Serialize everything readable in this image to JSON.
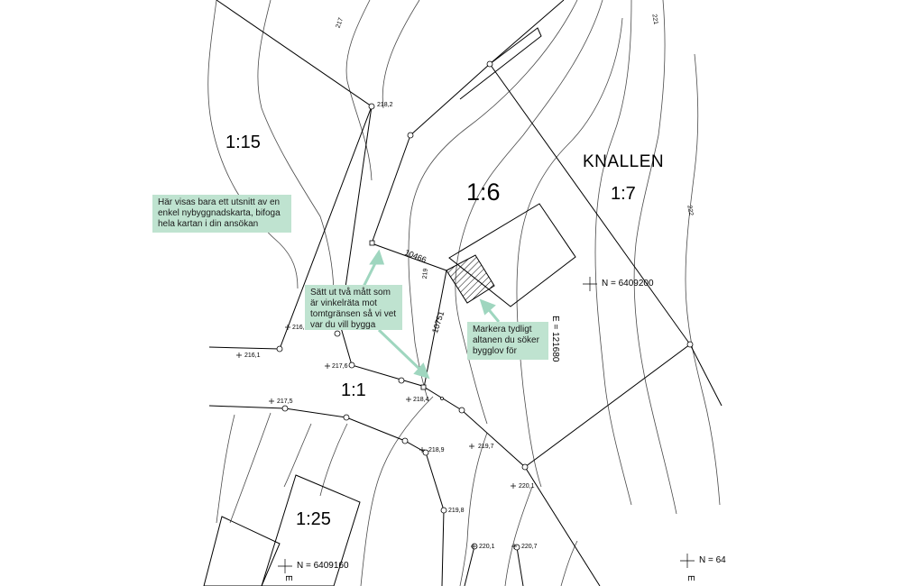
{
  "scale_labels": {
    "s1_15": "1:15",
    "s1_6": "1:6",
    "s1_7": "1:7",
    "s1_1": "1:1",
    "s1_25": "1:25"
  },
  "block_name": "KNALLEN",
  "coordinates": {
    "n1": "N = 6409200",
    "e1": "E = 121680",
    "n2": "N = 6409160",
    "n3": "N = 64",
    "e_cut": "E"
  },
  "dimensions": {
    "d1": "10466",
    "d2": "10751"
  },
  "contour_labels": {
    "c217": "217",
    "c219": "219",
    "c221": "221",
    "c222": "222"
  },
  "elevations": {
    "e218_2": "218,2",
    "e216_8": "216,8",
    "e216_1": "216,1",
    "e217_6": "217,6",
    "e218_4": "218,4",
    "e217_5": "217,5",
    "e218_9": "218,9",
    "e219_7": "219,7",
    "e220_1a": "220,1",
    "e219_8": "219,8",
    "e220_1b": "220,1",
    "e220_7": "220,7"
  },
  "callouts": {
    "note": "Här visas bara ett utsnitt av en enkel nybyggnadskarta, bifoga hela kartan i din ansökan",
    "measure": "Sätt ut två mått som är vinkelräta mot tomtgränsen så vi vet var du vill bygga",
    "mark": "Markera tydligt altanen du söker bygglov för"
  },
  "colors": {
    "callout_bg": "#bfe3d0",
    "arrow": "#9fd6bf",
    "line": "#000000",
    "contour": "#555555"
  }
}
